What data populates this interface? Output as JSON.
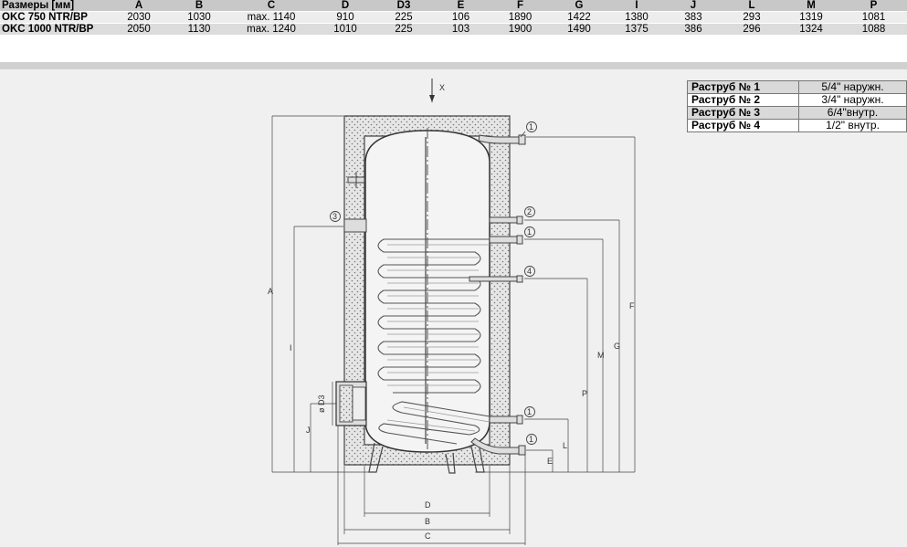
{
  "dimensions_table": {
    "headers": [
      "Размеры [мм]",
      "A",
      "B",
      "C",
      "D",
      "D3",
      "E",
      "F",
      "G",
      "I",
      "J",
      "L",
      "M",
      "P"
    ],
    "rows": [
      {
        "model": "OKC 750 NTR/BP",
        "values": [
          "2030",
          "1030",
          "max. 1140",
          "910",
          "225",
          "106",
          "1890",
          "1422",
          "1380",
          "383",
          "293",
          "1319",
          "1081"
        ]
      },
      {
        "model": "OKC 1000 NTR/BP",
        "values": [
          "2050",
          "1130",
          "max. 1240",
          "1010",
          "225",
          "103",
          "1900",
          "1490",
          "1375",
          "386",
          "296",
          "1324",
          "1088"
        ]
      }
    ]
  },
  "ports_table": [
    {
      "label": "Раструб № 1",
      "value": "5/4\" наружн."
    },
    {
      "label": "Раструб № 2",
      "value": "3/4\" наружн."
    },
    {
      "label": "Раструб № 3",
      "value": "6/4\"внутр."
    },
    {
      "label": "Раструб № 4",
      "value": "1/2\" внутр."
    }
  ],
  "drawing": {
    "x_axis_label": "X",
    "port_markers": [
      "1",
      "2",
      "1",
      "4",
      "1",
      "1",
      "3"
    ],
    "dim_labels": {
      "A": "A",
      "I": "I",
      "J": "J",
      "D3": "ø D3",
      "F": "F",
      "G": "G",
      "M": "M",
      "P": "P",
      "L": "L",
      "E": "E",
      "D": "D",
      "B": "B",
      "C": "C"
    }
  }
}
